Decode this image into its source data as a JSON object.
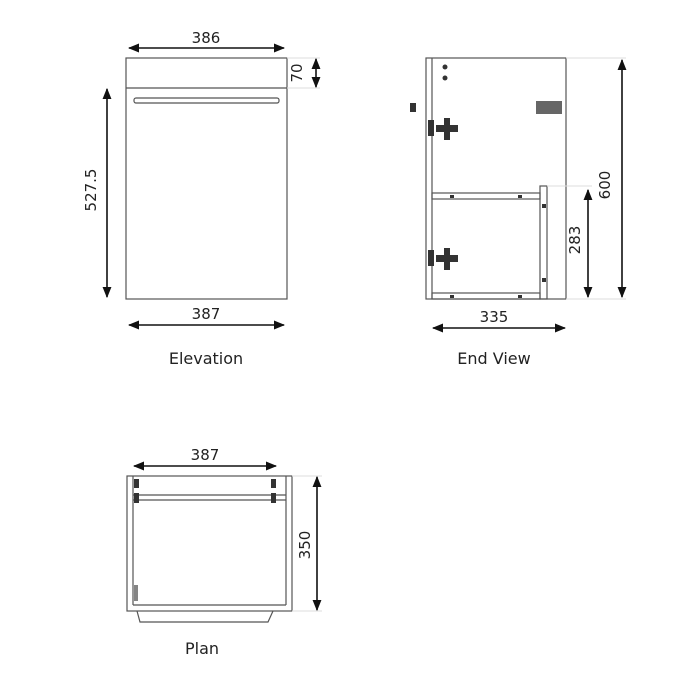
{
  "elevation": {
    "caption": "Elevation",
    "width_top": "386",
    "top_height": "70",
    "door_height": "527.5",
    "width_bottom": "387"
  },
  "end_view": {
    "caption": "End View",
    "height": "600",
    "shelf_height": "283",
    "depth": "335"
  },
  "plan": {
    "caption": "Plan",
    "width": "387",
    "depth": "350"
  },
  "colors": {
    "line": "#555555",
    "arrow": "#111111",
    "background": "#ffffff"
  }
}
